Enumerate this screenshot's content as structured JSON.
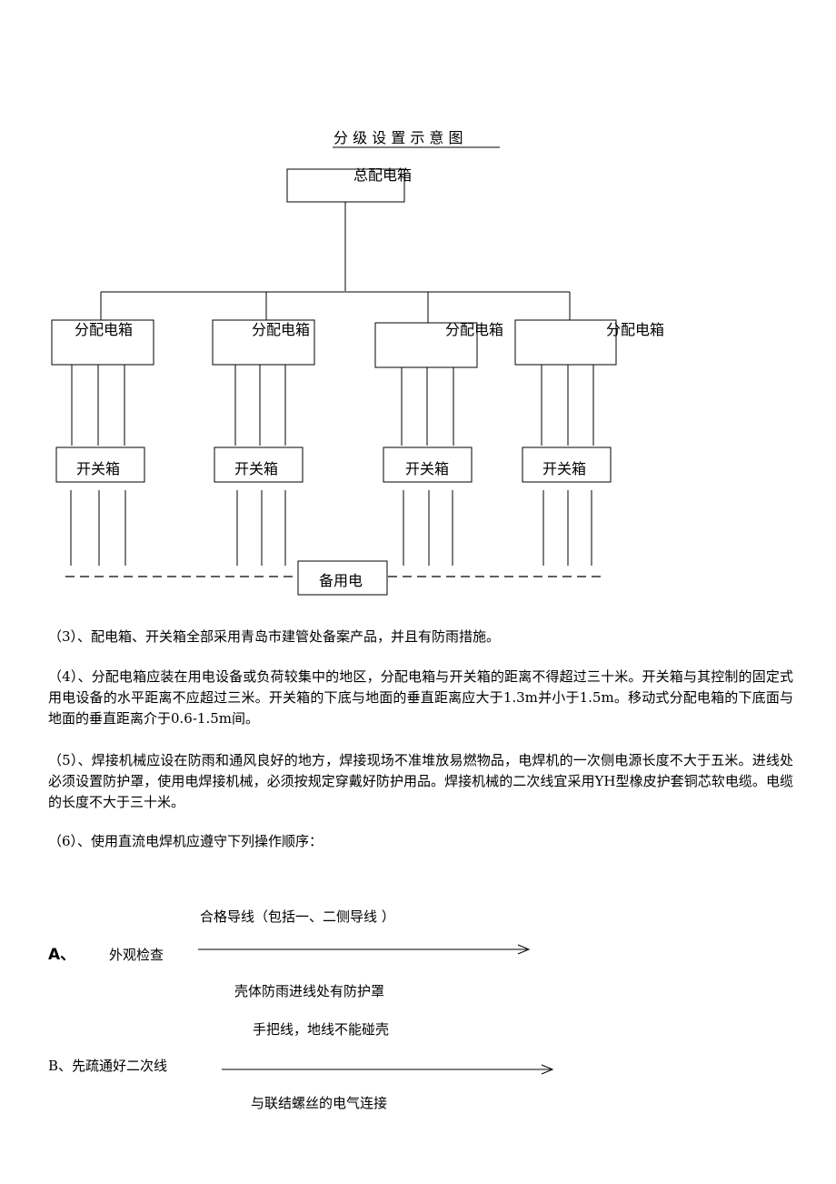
{
  "diagram": {
    "title": "分 级 设 置 示 意 图",
    "main_box": "总配电箱",
    "dist_box": "分配电箱",
    "switch_box": "开关箱",
    "standby_box": "备用电"
  },
  "paragraphs": [
    "（3）、配电箱、开关箱全部采用青岛市建管处备案产品，并且有防雨措施。",
    "（4）、分配电箱应装在用电设备或负荷较集中的地区，分配电箱与开关箱的距离不得超过三十米。开关箱与其控制的固定式用电设备的水平距离不应超过三米。开关箱的下底与地面的垂直距离应大于1.3m并小于1.5m。移动式分配电箱的下底面与地面的垂直距离介于0.6-1.5m间。",
    "（5）、焊接机械应设在防雨和通风良好的地方，焊接现场不准堆放易燃物品，电焊机的一次侧电源长度不大于五米。进线处必须设置防护罩，使用电焊接机械，必须按规定穿戴好防护用品。焊接机械的二次线宜采用YH型橡皮护套铜芯软电缆。电缆的长度不大于三十米。",
    "（6）、使用直流电焊机应遵守下列操作顺序："
  ],
  "steps": {
    "a_above": "合格导线（包括一、二侧导线 ）",
    "a_label": "A、",
    "a_text": "外观检查",
    "a_below_1": "壳体防雨进线处有防护罩",
    "a_below_2": "手把线，地线不能碰壳",
    "b_text": "B、先疏通好二次线",
    "b_below": "与联结螺丝的电气连接"
  }
}
